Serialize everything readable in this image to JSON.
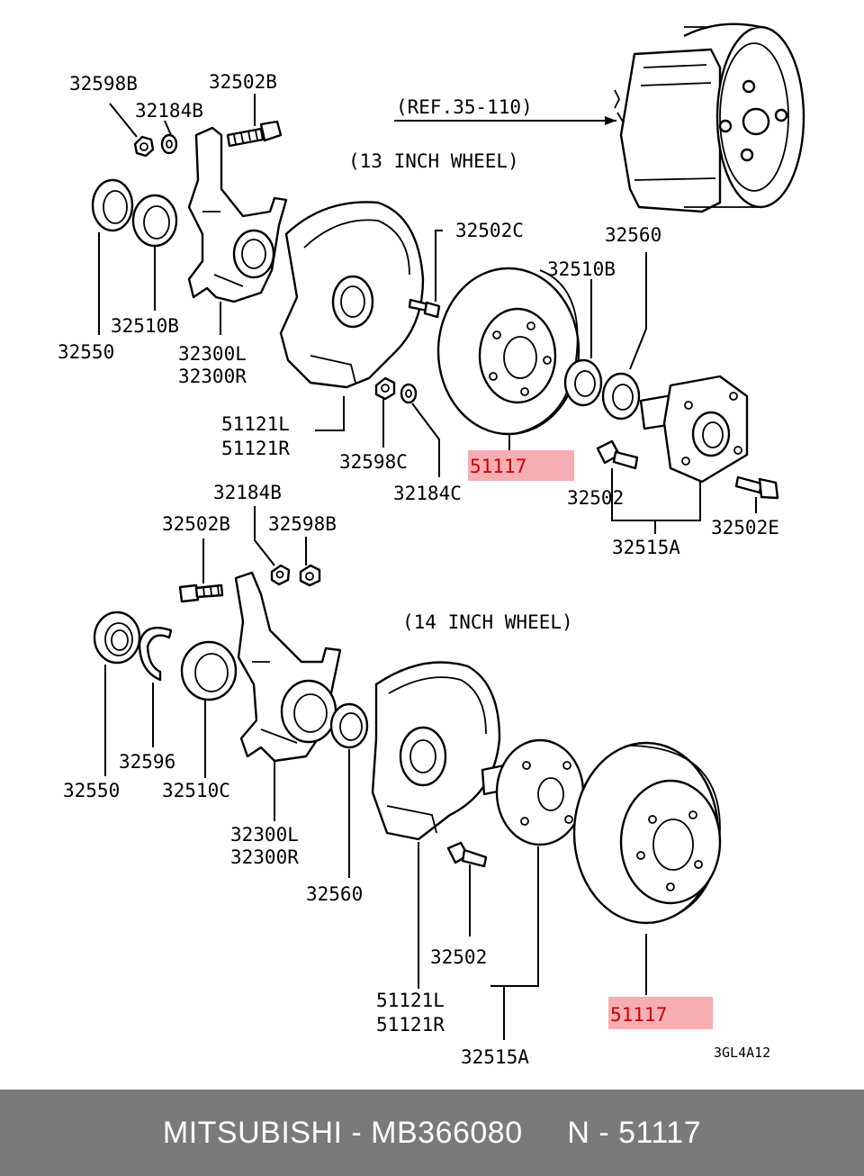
{
  "diagram": {
    "reference": "(REF.35-110)",
    "section_13": "(13 INCH WHEEL)",
    "section_14": "(14 INCH WHEEL)",
    "drawing_code": "3GL4A12",
    "top_labels": {
      "l32598B": "32598B",
      "l32502B": "32502B",
      "l32184B": "32184B",
      "l32502C": "32502C",
      "l32560": "32560",
      "l32510B_right": "32510B",
      "l32510B_left": "32510B",
      "l32550": "32550",
      "l32300L": "32300L",
      "l32300R": "32300R",
      "l51121L": "51121L",
      "l51121R": "51121R",
      "l32598C": "32598C",
      "l32184C": "32184C",
      "l51117": "51117",
      "l32502": "32502",
      "l32502E": "32502E",
      "l32515A": "32515A"
    },
    "bottom_labels": {
      "l32184B": "32184B",
      "l32502B": "32502B",
      "l32598B": "32598B",
      "l32596": "32596",
      "l32550": "32550",
      "l32510C": "32510C",
      "l32300L": "32300L",
      "l32300R": "32300R",
      "l32560": "32560",
      "l32502": "32502",
      "l51121L": "51121L",
      "l51121R": "51121R",
      "l32515A": "32515A",
      "l51117": "51117"
    },
    "highlight_color": "#f5a0a4"
  },
  "footer": {
    "text": "MITSUBISHI - MB366080     N - 51117"
  }
}
